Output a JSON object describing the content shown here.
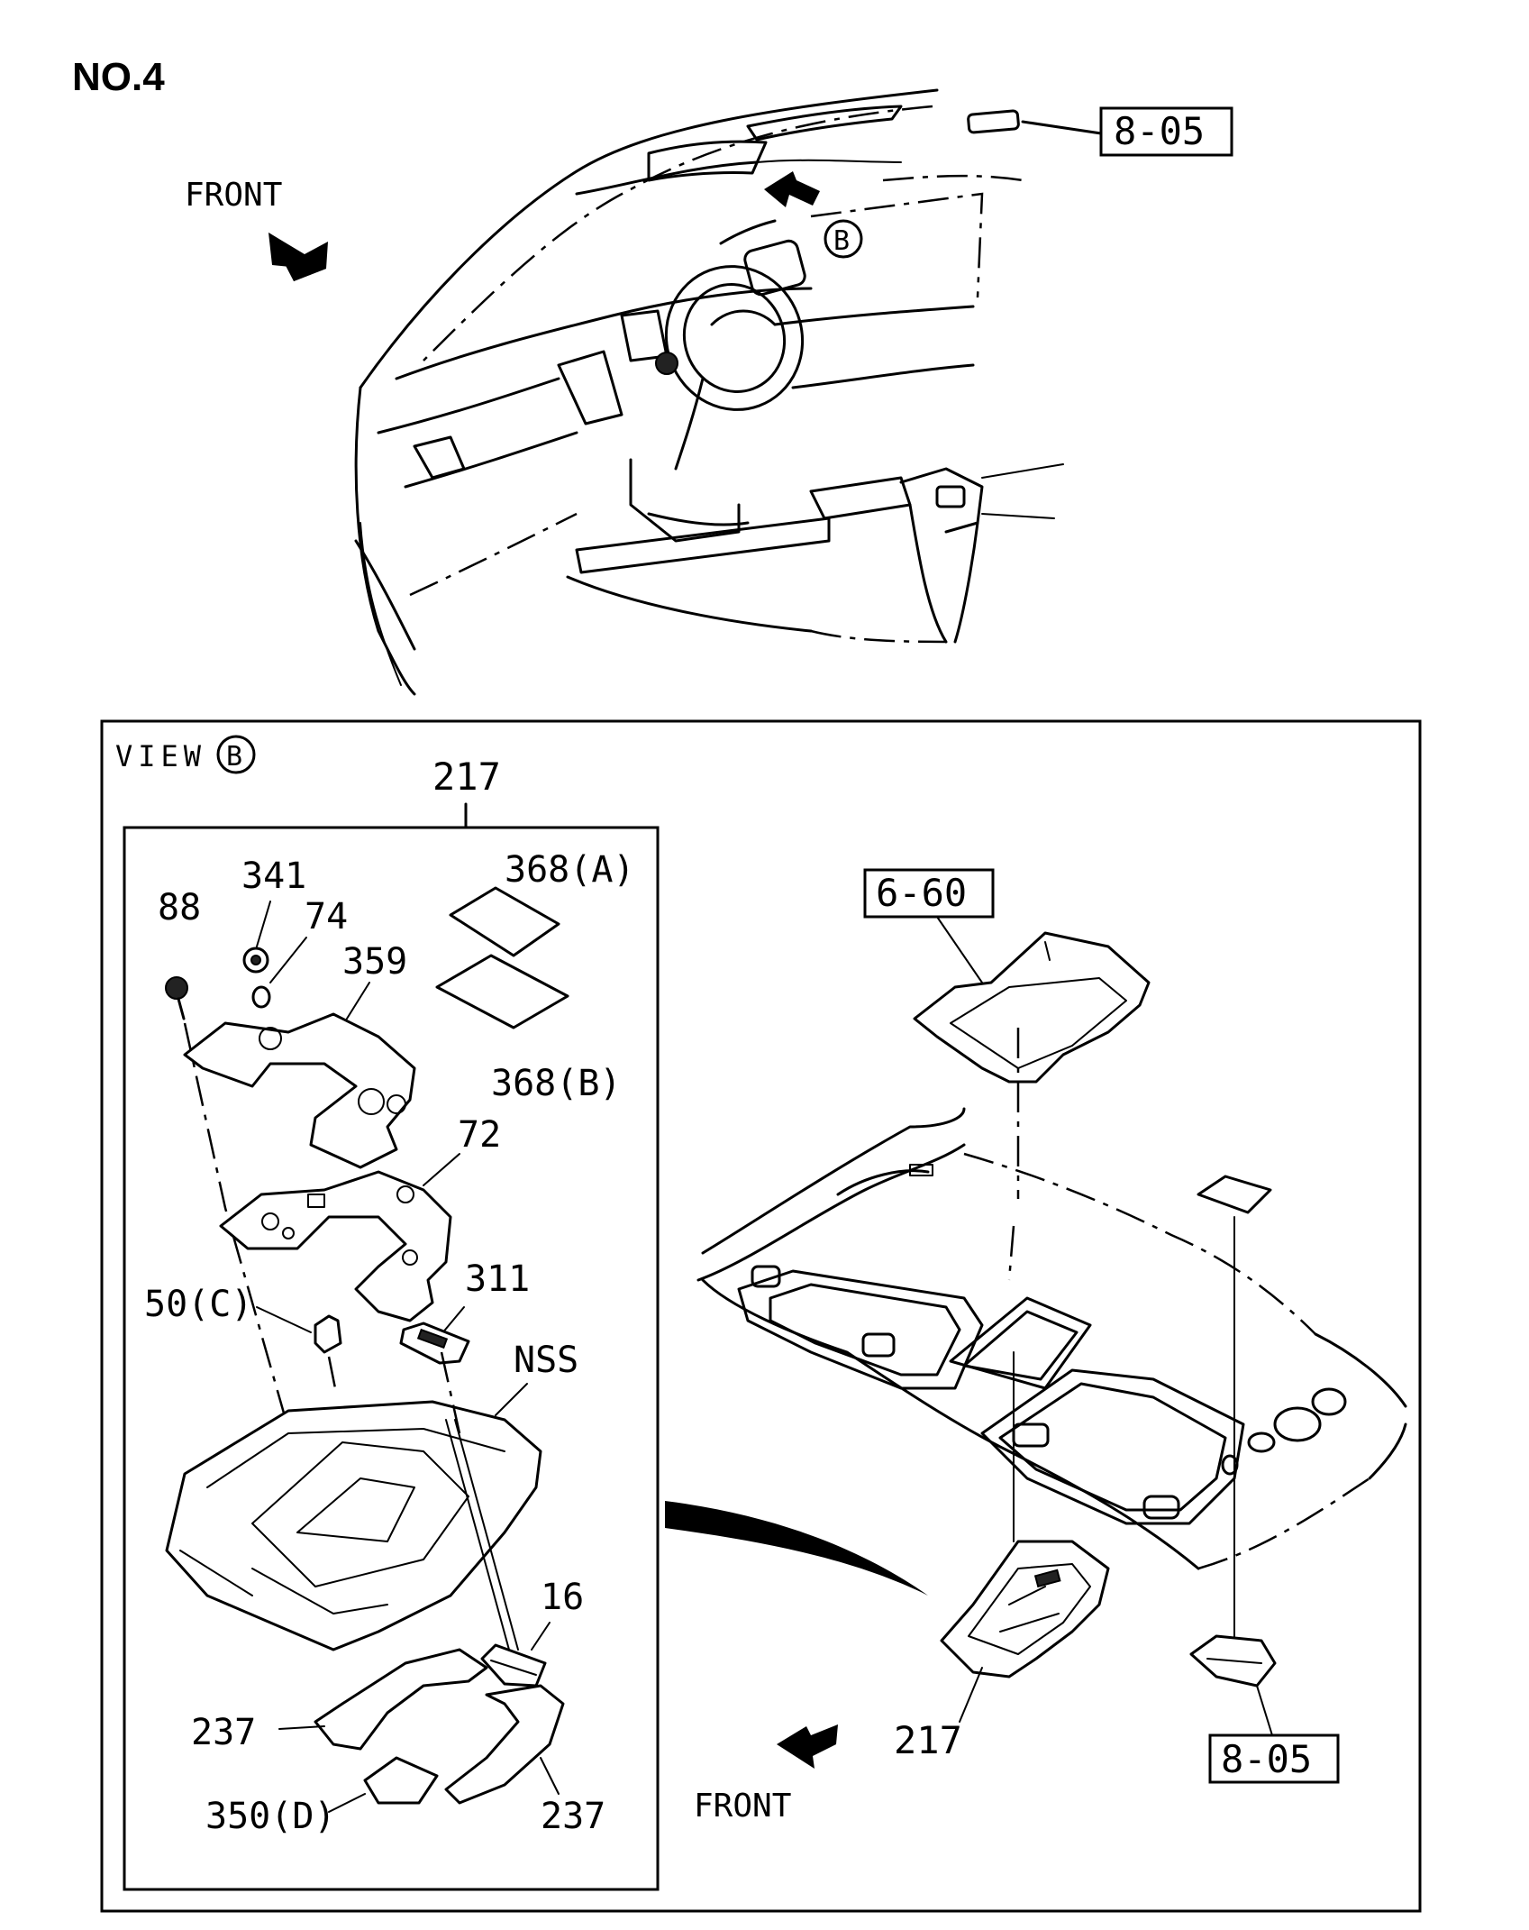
{
  "title": "NO.4",
  "top": {
    "front_label": "FRONT",
    "view_marker": "B",
    "ref_box": "8-05"
  },
  "view": {
    "label": "VIEW",
    "marker": "B",
    "assembly_number": "217",
    "callouts": {
      "c88": "88",
      "c341": "341",
      "c74": "74",
      "c359": "359",
      "c368a": "368(A)",
      "c368b": "368(B)",
      "c72": "72",
      "c50c": "50(C)",
      "c311": "311",
      "cnss": "NSS",
      "c16": "16",
      "c237a": "237",
      "c237b": "237",
      "c350d": "350(D)"
    },
    "right": {
      "ref_box_top": "6-60",
      "ref_box_bottom": "8-05",
      "part_217": "217",
      "front_label": "FRONT"
    }
  }
}
